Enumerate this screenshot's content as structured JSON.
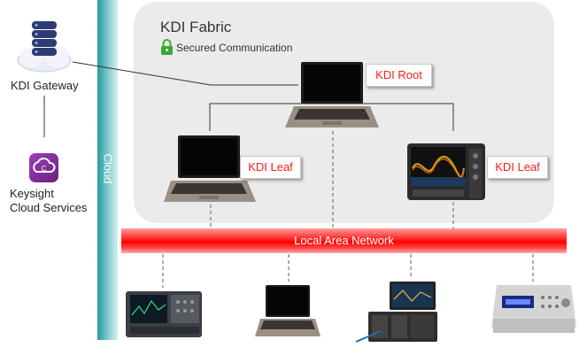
{
  "fabric": {
    "title": "KDI Fabric",
    "secured_label": "Secured Communication"
  },
  "cloud_label": "Cloud",
  "gateway_label": "KDI Gateway",
  "services_label_line1": "Keysight",
  "services_label_line2": "Cloud Services",
  "services_icon_text": "C",
  "lan_label": "Local Area Network",
  "nodes": {
    "root_label": "KDI Root",
    "leaf_laptop_label": "KDI Leaf",
    "leaf_scope_label": "KDI Leaf"
  },
  "colors": {
    "lan_red": "#ff0000",
    "cloud_teal": "#5fb9be",
    "fabric_bg": "#ebebeb",
    "tag_text": "#ff1a1a",
    "lock_green": "#3aa935",
    "services_purple": "#7a2e8f"
  }
}
